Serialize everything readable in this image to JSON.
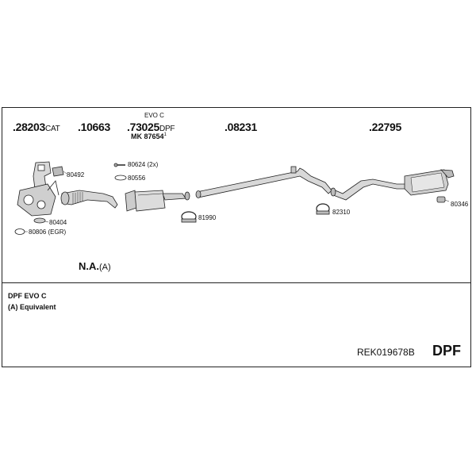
{
  "header": {
    "col1_part": ".28203",
    "col1_suffix": "CAT",
    "col2_part": ".10663",
    "col3_above": "EVO C",
    "col3_part": ".73025",
    "col3_suffix": "DPF",
    "col3_sub": "MK 87654",
    "col3_sub_sup": "1",
    "col4_part": ".08231",
    "col5_part": ".22795"
  },
  "callouts": {
    "c80492": "80492",
    "c80404": "80404",
    "c80806": "80806 (EGR)",
    "c80624": "80624 (2x)",
    "c80556": "80556",
    "c81990": "81990",
    "c82310": "82310",
    "c80346": "80346"
  },
  "notes": {
    "na_main": "N.A.",
    "na_suffix": "(A)",
    "line1": "DPF EVO C",
    "line2": "(A) Equivalent"
  },
  "footer": {
    "code": "REK019678B",
    "type": "DPF"
  },
  "icons": [
    "exhaust-manifold-icon",
    "downpipe-icon",
    "dpf-catalyst-icon",
    "middle-pipe-icon",
    "rear-silencer-icon",
    "clamp-icon",
    "gasket-icon",
    "hanger-icon",
    "bolt-icon"
  ]
}
